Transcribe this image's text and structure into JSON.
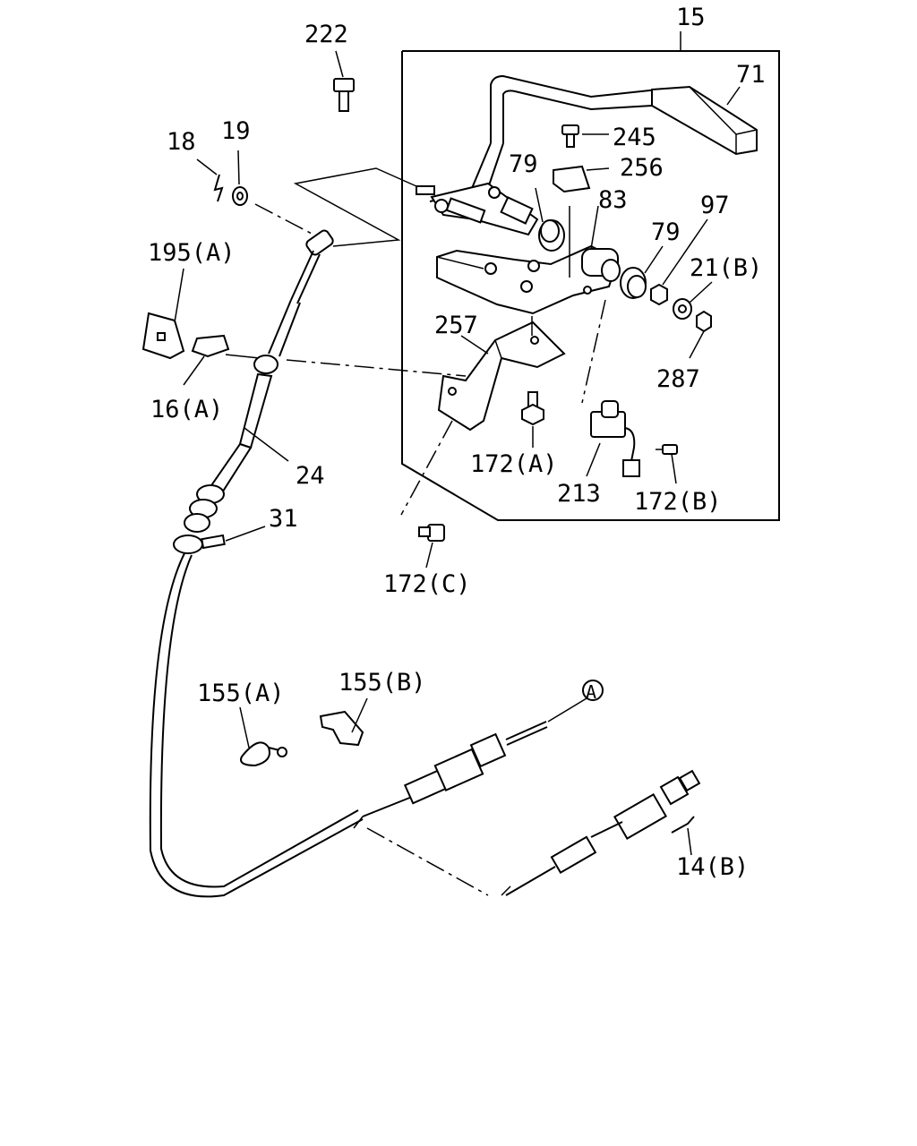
{
  "labels": {
    "l222": "222",
    "l15": "15",
    "l71": "71",
    "l18": "18",
    "l19": "19",
    "l245": "245",
    "l79a": "79",
    "l256": "256",
    "l83": "83",
    "l97": "97",
    "l79b": "79",
    "l21b": "21(B)",
    "l195a": "195(A)",
    "l257": "257",
    "l287": "287",
    "l16a": "16(A)",
    "l24": "24",
    "l172a": "172(A)",
    "l213": "213",
    "l172b": "172(B)",
    "l31": "31",
    "l172c": "172(C)",
    "l155a": "155(A)",
    "l155b": "155(B)",
    "lA": "A",
    "l14b": "14(B)"
  }
}
